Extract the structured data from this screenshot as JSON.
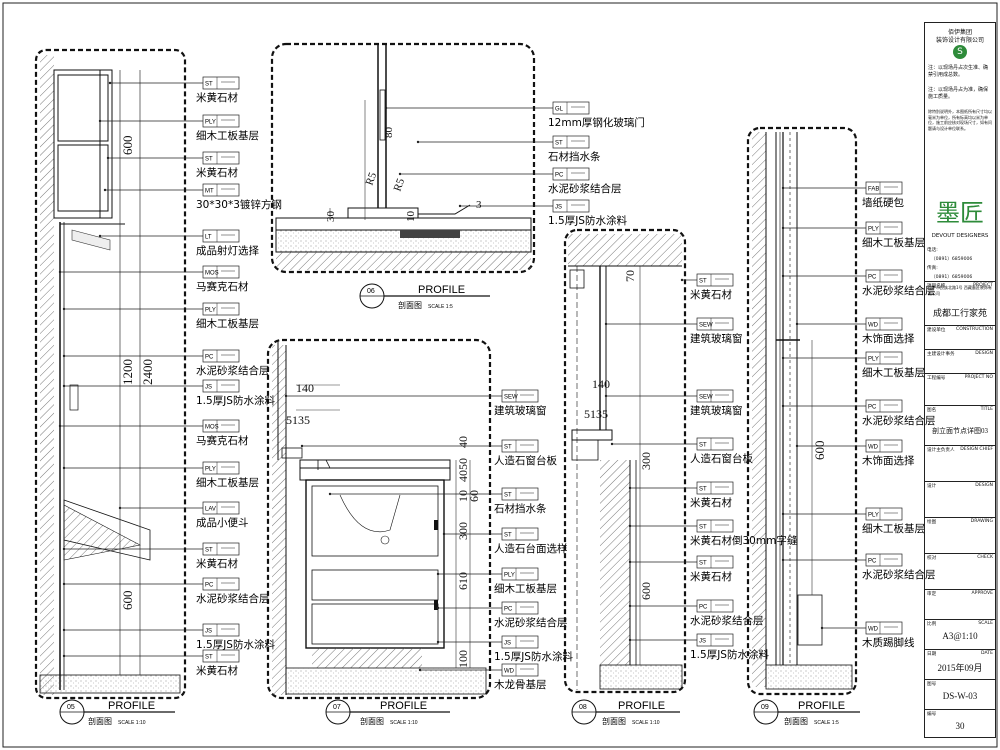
{
  "profiles": [
    {
      "number": "05",
      "title": "PROFILE",
      "subtitle": "剖面图",
      "scale": "SCALE 1:10"
    },
    {
      "number": "06",
      "title": "PROFILE",
      "subtitle": "剖面图",
      "scale": "SCALE 1:5"
    },
    {
      "number": "07",
      "title": "PROFILE",
      "subtitle": "剖面图",
      "scale": "SCALE 1:10"
    },
    {
      "number": "08",
      "title": "PROFILE",
      "subtitle": "剖面图",
      "scale": "SCALE 1:10"
    },
    {
      "number": "09",
      "title": "PROFILE",
      "subtitle": "剖面图",
      "scale": "SCALE 1:5"
    }
  ],
  "labels_05": [
    {
      "code": "ST",
      "text": "米黄石材"
    },
    {
      "code": "PLY",
      "text": "细木工板基层"
    },
    {
      "code": "ST",
      "text": "米黄石材"
    },
    {
      "code": "MT",
      "text": "30*30*3镀锌方钢"
    },
    {
      "code": "LT",
      "text": "成品射灯选择"
    },
    {
      "code": "MOS",
      "text": "马赛克石材"
    },
    {
      "code": "PLY",
      "text": "细木工板基层"
    },
    {
      "code": "PC",
      "text": "水泥砂浆结合层"
    },
    {
      "code": "JS",
      "text": "1.5厚JS防水涂料"
    },
    {
      "code": "MOS",
      "text": "马赛克石材"
    },
    {
      "code": "PLY",
      "text": "细木工板基层"
    },
    {
      "code": "LAV",
      "text": "成品小便斗"
    },
    {
      "code": "ST",
      "text": "米黄石材"
    },
    {
      "code": "PC",
      "text": "水泥砂浆结合层"
    },
    {
      "code": "JS",
      "text": "1.5厚JS防水涂料"
    },
    {
      "code": "ST",
      "text": "米黄石材"
    }
  ],
  "labels_06": [
    {
      "code": "GL",
      "text": "12mm厚钢化玻璃门"
    },
    {
      "code": "ST",
      "text": "石材挡水条"
    },
    {
      "code": "PC",
      "text": "水泥砂浆结合层"
    },
    {
      "code": "JS",
      "text": "1.5厚JS防水涂料"
    }
  ],
  "labels_07": [
    {
      "code": "SEW",
      "text": "建筑玻璃窗"
    },
    {
      "code": "ST",
      "text": "人造石窗台板"
    },
    {
      "code": "ST",
      "text": "石材挡水条"
    },
    {
      "code": "ST",
      "text": "人造石台面选样"
    },
    {
      "code": "PLY",
      "text": "细木工板基层"
    },
    {
      "code": "PC",
      "text": "水泥砂浆结合层"
    },
    {
      "code": "JS",
      "text": "1.5厚JS防水涂料"
    },
    {
      "code": "WD",
      "text": "木龙骨基层"
    }
  ],
  "labels_08": [
    {
      "code": "ST",
      "text": "米黄石材"
    },
    {
      "code": "SEW",
      "text": "建筑玻璃窗"
    },
    {
      "code": "SEW",
      "text": "建筑玻璃窗"
    },
    {
      "code": "ST",
      "text": "人造石窗台板"
    },
    {
      "code": "ST",
      "text": "米黄石材"
    },
    {
      "code": "ST",
      "text": "米黄石材倒30mm字缝"
    },
    {
      "code": "ST",
      "text": "米黄石材"
    },
    {
      "code": "PC",
      "text": "水泥砂浆结合层"
    },
    {
      "code": "JS",
      "text": "1.5厚JS防水涂料"
    }
  ],
  "labels_09": [
    {
      "code": "FAB",
      "text": "墙纸硬包"
    },
    {
      "code": "PLY",
      "text": "细木工板基层"
    },
    {
      "code": "PC",
      "text": "水泥砂浆结合层"
    },
    {
      "code": "WD",
      "text": "木饰面选择"
    },
    {
      "code": "PLY",
      "text": "细木工板基层"
    },
    {
      "code": "PC",
      "text": "水泥砂浆结合层"
    },
    {
      "code": "WD",
      "text": "木饰面选择"
    },
    {
      "code": "PLY",
      "text": "细木工板基层"
    },
    {
      "code": "PC",
      "text": "水泥砂浆结合层"
    },
    {
      "code": "WD",
      "text": "木质踢脚线"
    }
  ],
  "dims": {
    "d05": [
      "600",
      "1200",
      "2400",
      "600"
    ],
    "d06": [
      "80",
      "R5",
      "R5",
      "30",
      "10",
      "3"
    ],
    "d07": [
      "140",
      "5135",
      "50",
      "40",
      "10",
      "40",
      "60",
      "300",
      "610",
      "100"
    ],
    "d08": [
      "70",
      "140",
      "5135",
      "300",
      "600"
    ],
    "d09": [
      "600"
    ]
  },
  "titleblock": {
    "company": "佰伊集团",
    "company2": "装饰设计有限公司",
    "notes1": "注：以现场丹占次生准、确禁引用成总数。",
    "notes2": "注：以现场丹占为准，确保施工质量。",
    "notes3": "除特别说明外，本图纸所有尺寸均以毫米为单位，所有标高均以米为单位，施工前应核对现场尺寸，如有问题请与设计单位联系。",
    "logo_text": "墨匠",
    "logo_en": "DEVOUT DESIGNERS",
    "tel_label": "电话:",
    "tel1": "（0891）6859006",
    "fax_label": "传真:",
    "fax1": "（0891）6859006",
    "address": "拉萨市民族北路1号 西藏墨匠装饰有限公司",
    "project_label": "项目名称",
    "project_label_en": "PROJECT",
    "project_name": "成都工行家苑",
    "construction_label": "建设单位",
    "construction_label_en": "CONSTRUCTION",
    "design_label": "主建设计事务",
    "design_label_en": "DESIGN",
    "project_no_label": "工程编号",
    "project_no_label_en": "PROJECT NO",
    "title_label": "图名",
    "title_label_en": "TITLE",
    "drawing_title": "剖立面节点详图03",
    "chief_label": "设计主负责人",
    "chief_label_en": "DESIGN CHIEF",
    "designer_label": "设计",
    "designer_label_en": "DESIGN",
    "drawing_label": "绘图",
    "drawing_label_en": "DRAWING",
    "check_label": "校对",
    "check_label_en": "CHECK",
    "approve_label": "审定",
    "approve_label_en": "APPROVE",
    "scale_label": "比例",
    "scale_label_en": "SCALE",
    "scale_value": "A3@1:10",
    "date_label": "日期",
    "date_label_en": "DATE",
    "date_value": "2015年09月",
    "drawing_no_label": "图号",
    "drawing_no_value": "DS-W-03",
    "sheet_label": "编号",
    "sheet_value": "30"
  },
  "colors": {
    "line": "#1a1a1a",
    "hatch": "#555555",
    "accent": "#2e8b3a"
  }
}
